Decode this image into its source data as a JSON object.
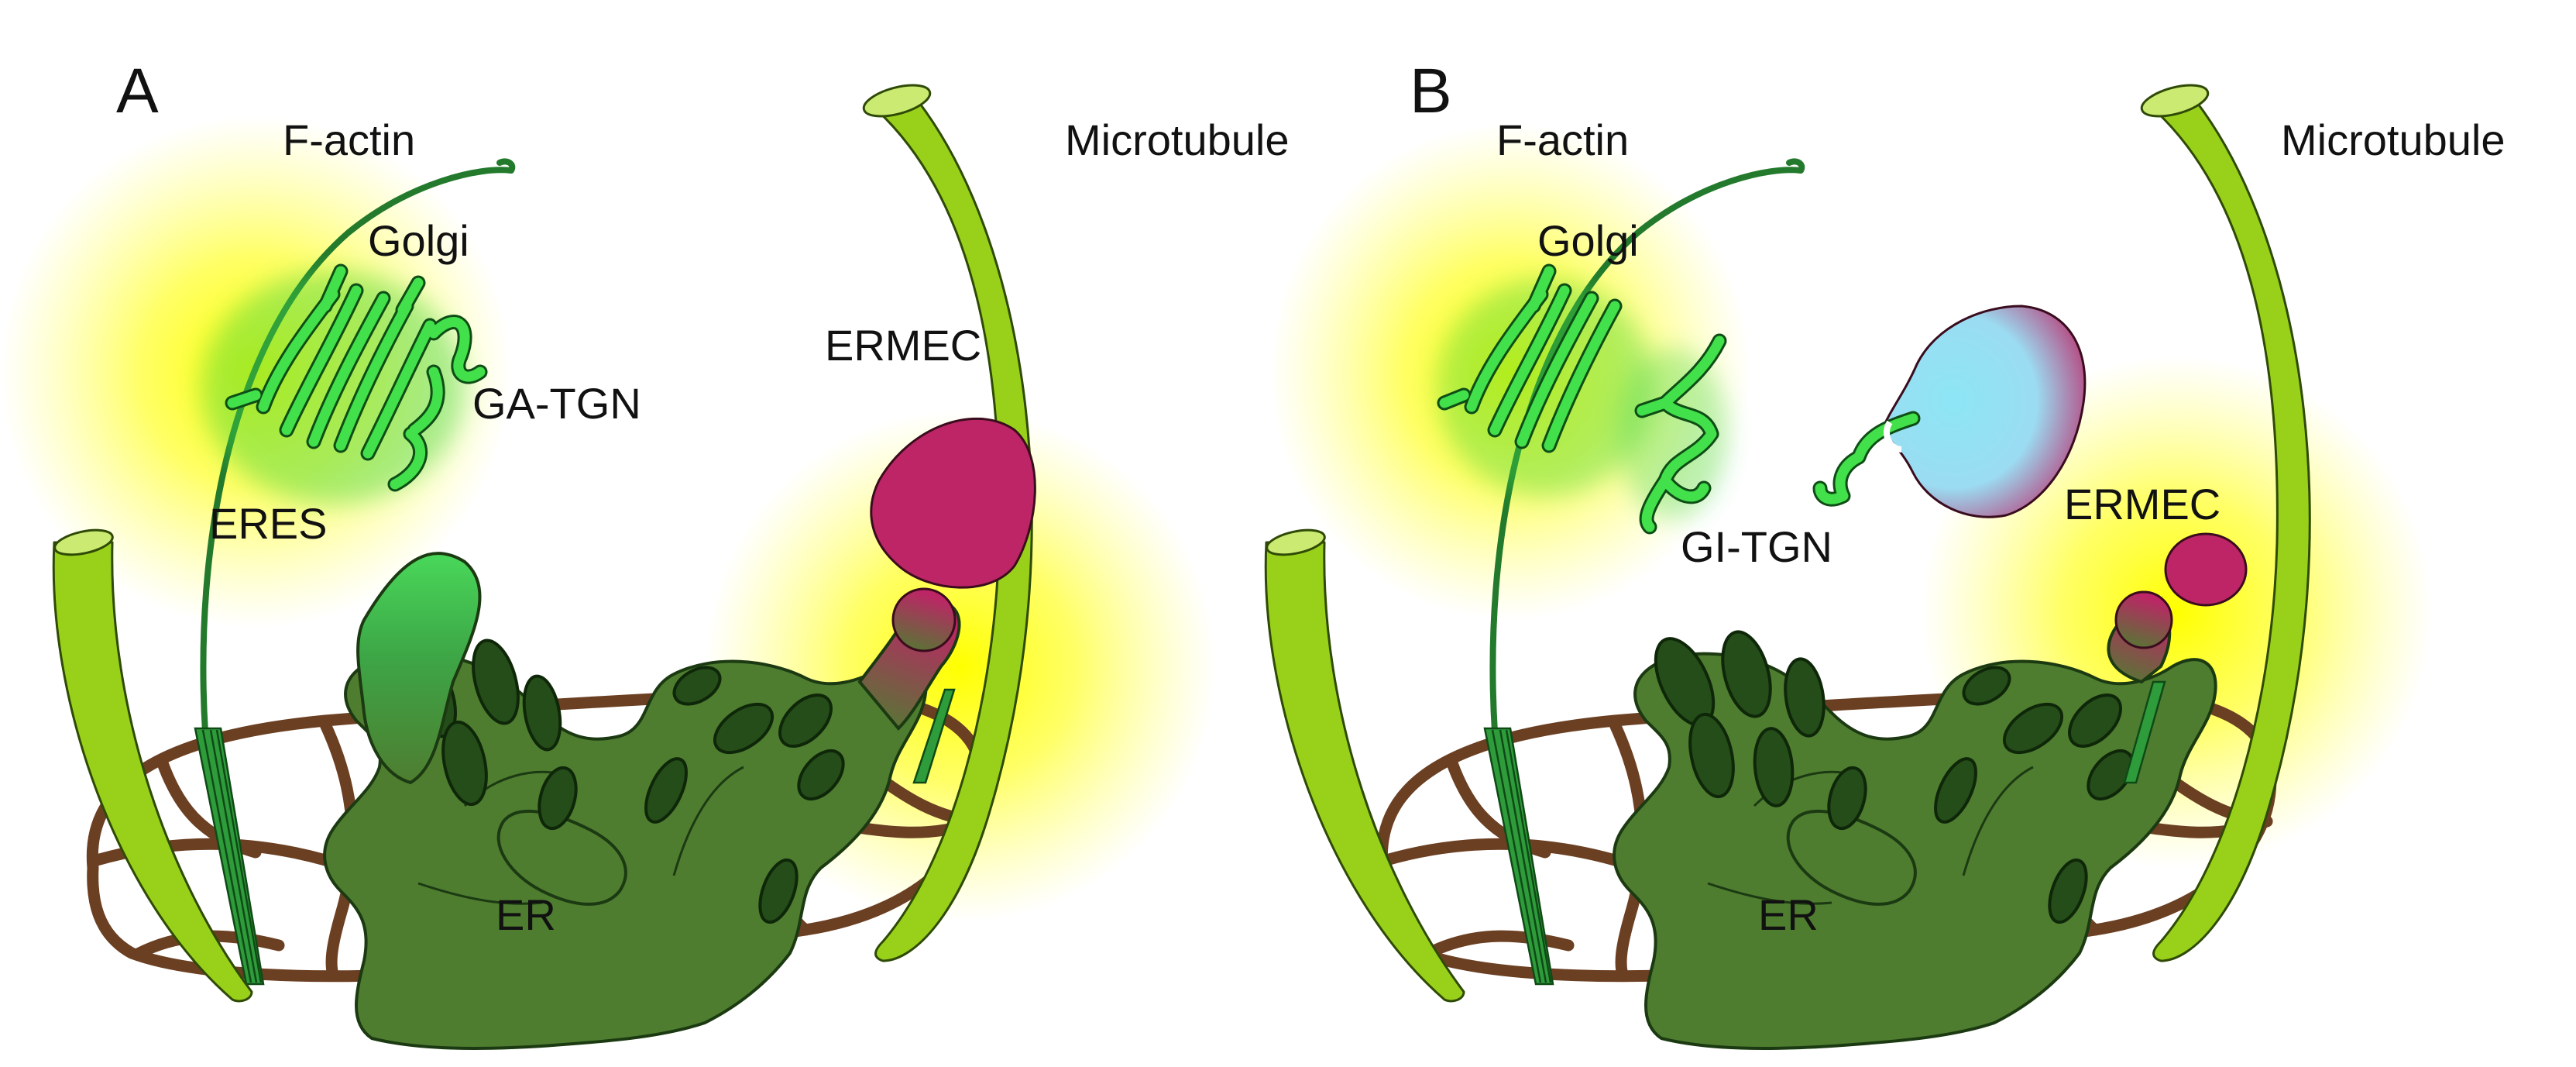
{
  "figure": {
    "panels": [
      {
        "letter": "A",
        "labels": {
          "factin": "F-actin",
          "microtubule": "Microtubule",
          "golgi": "Golgi",
          "tgn": "GA-TGN",
          "eres": "ERES",
          "ermec": "ERMEC",
          "er": "ER"
        }
      },
      {
        "letter": "B",
        "labels": {
          "factin": "F-actin",
          "microtubule": "Microtubule",
          "golgi": "Golgi",
          "tgn": "GI-TGN",
          "ermec": "ERMEC",
          "er": "ER"
        }
      }
    ]
  },
  "colors": {
    "er": "#4e7d30",
    "er_dark": "#244d19",
    "er_network": "#6b3f22",
    "microtubule": "#99d11a",
    "f_actin": "#237a2c",
    "golgi": "#42e04a",
    "ermec": "#bd2566",
    "vesicle": "#8de6f5",
    "glow": "#ffff33"
  }
}
